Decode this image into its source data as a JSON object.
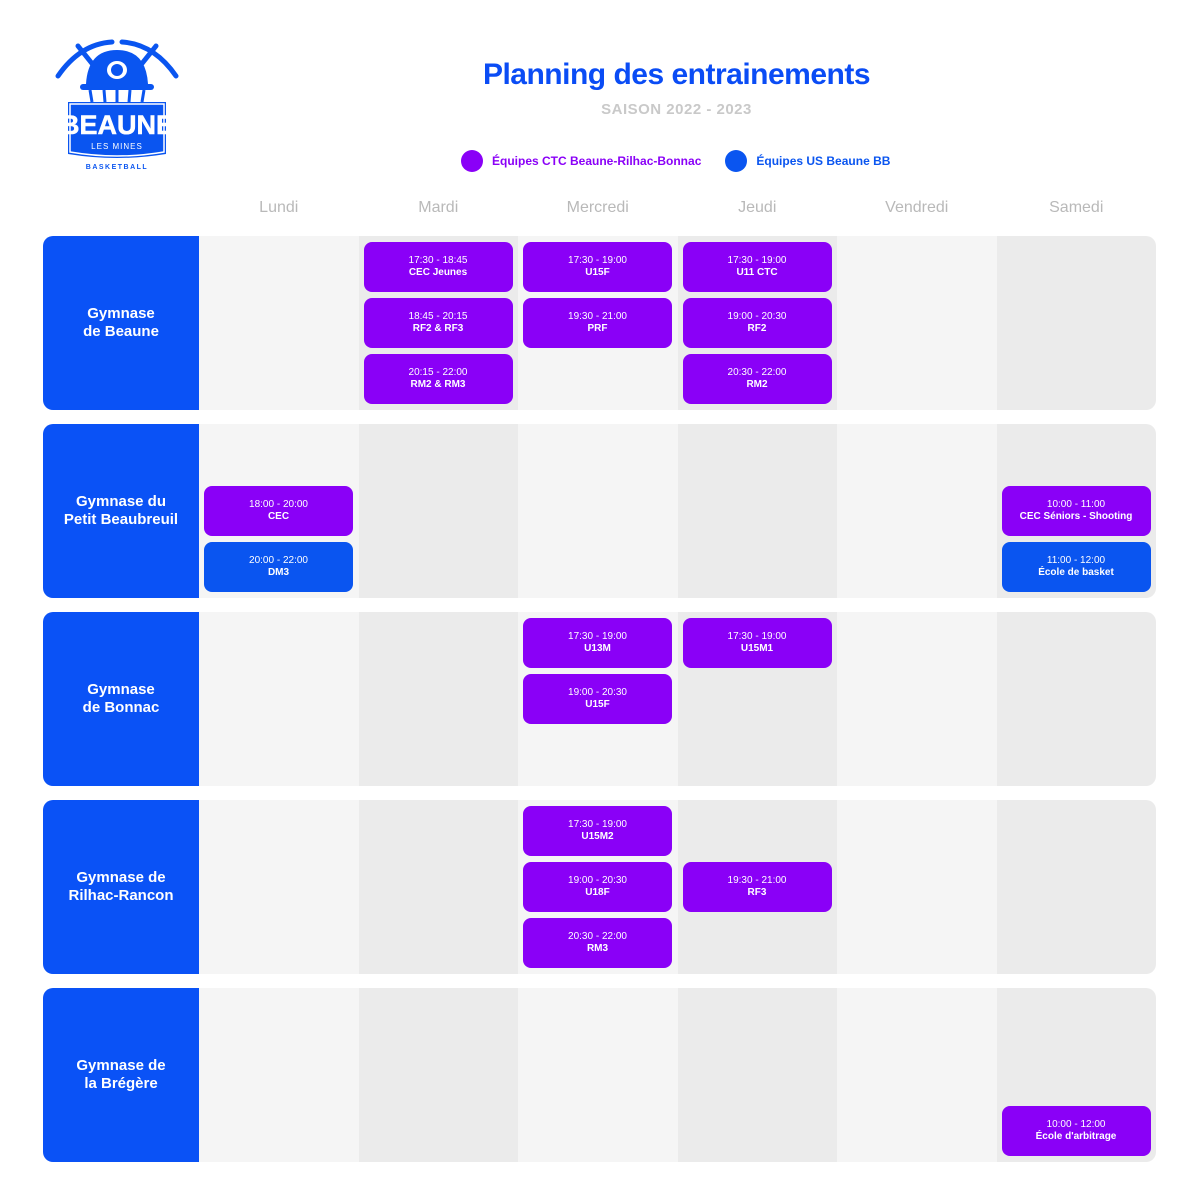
{
  "header": {
    "title": "Planning des entrainements",
    "subtitle": "SAISON 2022 - 2023",
    "logo_text": "BEAUNE",
    "logo_sub": "LES MINES",
    "logo_basketball": "BASKETBALL"
  },
  "colors": {
    "ctc": "#8a00f7",
    "us": "#0a55f0",
    "gym": "#0a52f6",
    "title": "#0a4cf5"
  },
  "legend": [
    {
      "label": "Équipes CTC Beaune-Rilhac-Bonnac",
      "color": "#8a00f7"
    },
    {
      "label": "Équipes US Beaune BB",
      "color": "#0a55f0"
    }
  ],
  "days": [
    "Lundi",
    "Mardi",
    "Mercredi",
    "Jeudi",
    "Vendredi",
    "Samedi"
  ],
  "gyms": [
    {
      "name": "Gymnase\nde Beaune",
      "sessions": [
        {
          "day": 1,
          "slot": 0,
          "type": "ctc",
          "time": "17:30 - 18:45",
          "team": "CEC Jeunes"
        },
        {
          "day": 1,
          "slot": 1,
          "type": "ctc",
          "time": "18:45 - 20:15",
          "team": "RF2 & RF3"
        },
        {
          "day": 1,
          "slot": 2,
          "type": "ctc",
          "time": "20:15 - 22:00",
          "team": "RM2 & RM3"
        },
        {
          "day": 2,
          "slot": 0,
          "type": "ctc",
          "time": "17:30 - 19:00",
          "team": "U15F"
        },
        {
          "day": 2,
          "slot": 1,
          "type": "ctc",
          "time": "19:30 - 21:00",
          "team": "PRF"
        },
        {
          "day": 3,
          "slot": 0,
          "type": "ctc",
          "time": "17:30 - 19:00",
          "team": "U11 CTC"
        },
        {
          "day": 3,
          "slot": 1,
          "type": "ctc",
          "time": "19:00 - 20:30",
          "team": "RF2"
        },
        {
          "day": 3,
          "slot": 2,
          "type": "ctc",
          "time": "20:30 - 22:00",
          "team": "RM2"
        }
      ]
    },
    {
      "name": "Gymnase du\nPetit Beaubreuil",
      "sessions": [
        {
          "day": 0,
          "slot": 1,
          "type": "ctc",
          "time": "18:00 - 20:00",
          "team": "CEC"
        },
        {
          "day": 0,
          "slot": 2,
          "type": "us",
          "time": "20:00 - 22:00",
          "team": "DM3"
        },
        {
          "day": 5,
          "slot": 1,
          "type": "ctc",
          "time": "10:00 - 11:00",
          "team": "CEC Séniors - Shooting"
        },
        {
          "day": 5,
          "slot": 2,
          "type": "us",
          "time": "11:00 - 12:00",
          "team": "École de basket"
        }
      ]
    },
    {
      "name": "Gymnase\nde Bonnac",
      "sessions": [
        {
          "day": 2,
          "slot": 0,
          "type": "ctc",
          "time": "17:30 - 19:00",
          "team": "U13M"
        },
        {
          "day": 2,
          "slot": 1,
          "type": "ctc",
          "time": "19:00 - 20:30",
          "team": "U15F"
        },
        {
          "day": 3,
          "slot": 0,
          "type": "ctc",
          "time": "17:30 - 19:00",
          "team": "U15M1"
        }
      ]
    },
    {
      "name": "Gymnase de\nRilhac-Rancon",
      "sessions": [
        {
          "day": 2,
          "slot": 0,
          "type": "ctc",
          "time": "17:30 - 19:00",
          "team": "U15M2"
        },
        {
          "day": 2,
          "slot": 1,
          "type": "ctc",
          "time": "19:00 - 20:30",
          "team": "U18F"
        },
        {
          "day": 2,
          "slot": 2,
          "type": "ctc",
          "time": "20:30 - 22:00",
          "team": "RM3"
        },
        {
          "day": 3,
          "slot": 1,
          "type": "ctc",
          "time": "19:30 - 21:00",
          "team": "RF3"
        }
      ]
    },
    {
      "name": "Gymnase de\nla Brégère",
      "sessions": [
        {
          "day": 5,
          "slot": 2,
          "type": "ctc",
          "time": "10:00 - 12:00",
          "team": "École d'arbitrage"
        }
      ]
    }
  ]
}
